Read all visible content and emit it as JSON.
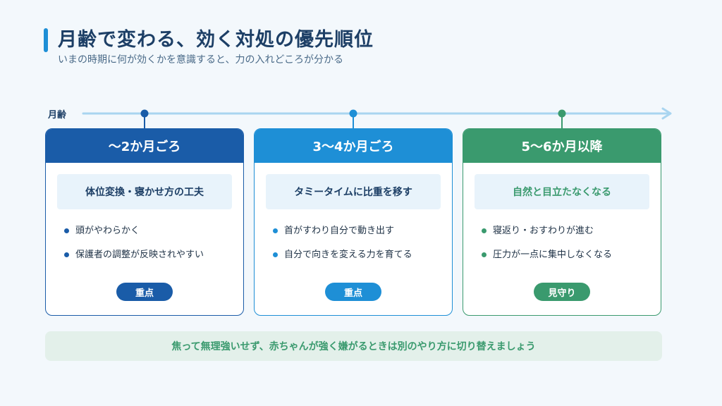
{
  "header": {
    "title": "月齢で変わる、効く対処の優先順位",
    "subtitle": "いまの時期に何が効くかを意識すると、力の入れどころが分かる"
  },
  "timeline": {
    "label": "月齢",
    "line_color": "#a9d5f0"
  },
  "cards": [
    {
      "heading": "〜2か月ごろ",
      "focus": "体位変換・寝かせ方の工夫",
      "points": [
        "頭がやわらかく",
        "保護者の調整が反映されやすい"
      ],
      "badge": "重点",
      "color": "#1a5ca8",
      "sub_bg": "#e8f3fb",
      "sub_text": "#1d3f66"
    },
    {
      "heading": "3〜4か月ごろ",
      "focus": "タミータイムに比重を移す",
      "points": [
        "首がすわり自分で動き出す",
        "自分で向きを変える力を育てる"
      ],
      "badge": "重点",
      "color": "#1e8fd6",
      "sub_bg": "#e8f3fb",
      "sub_text": "#1d3f66"
    },
    {
      "heading": "5〜6か月以降",
      "focus": "自然と目立たなくなる",
      "points": [
        "寝返り・おすわりが進む",
        "圧力が一点に集中しなくなる"
      ],
      "badge": "見守り",
      "color": "#3a9a6e",
      "sub_bg": "#e8f3fb",
      "sub_text": "#3a9a6e"
    }
  ],
  "footer": {
    "note": "焦って無理強いせず、赤ちゃんが強く嫌がるときは別のやり方に切り替えましょう"
  }
}
